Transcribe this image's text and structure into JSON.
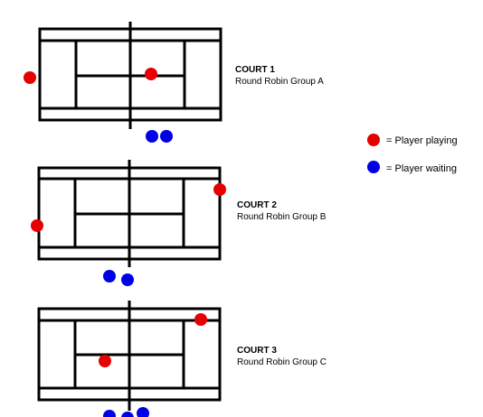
{
  "courts": [
    {
      "title": "COURT 1",
      "subtitle": "Round Robin Group A"
    },
    {
      "title": "COURT 2",
      "subtitle": "Round Robin Group B"
    },
    {
      "title": "COURT 3",
      "subtitle": "Round Robin Group C"
    }
  ],
  "legend": {
    "playing": "= Player playing",
    "waiting": "= Player waiting"
  },
  "colors": {
    "playing": "#e60000",
    "waiting": "#0000e6",
    "line": "#000000"
  }
}
